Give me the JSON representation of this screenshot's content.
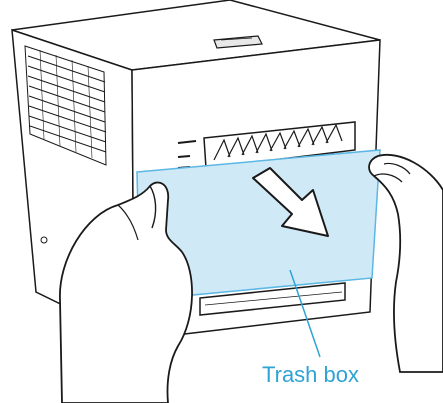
{
  "callout": {
    "label": "Trash box"
  },
  "colors": {
    "outline": "#1a1a1a",
    "body": "#ffffff",
    "trash_box_fill": "#cfe9f7",
    "trash_box_stroke": "#5bb7e4",
    "callout": "#2fa3d6",
    "arrow": "#ffffff"
  },
  "icons": [
    "printer-illustration",
    "down-right-arrow-icon",
    "hand-illustration"
  ]
}
